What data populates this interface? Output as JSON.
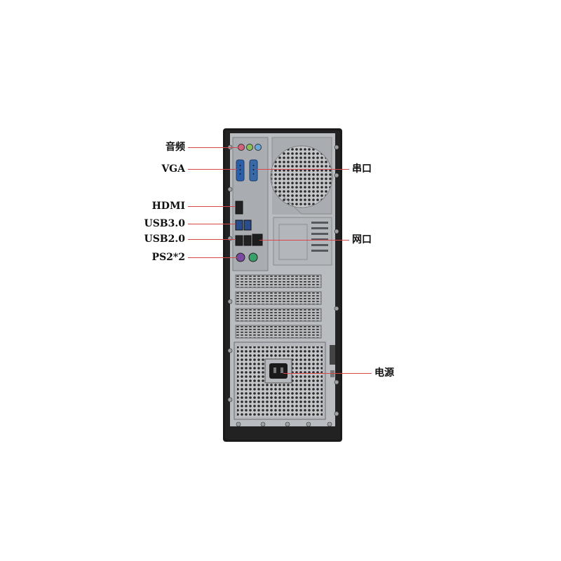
{
  "image": {
    "subject": "desktop PC tower rear panel",
    "colors": {
      "case_body": "#1a1a1a",
      "panel_metal": "#b9bcc0",
      "leader_line": "#d8464a",
      "label_text": "#111111",
      "vga_blue": "#2c5fa8",
      "ps2_purple": "#7a4aa0",
      "ps2_green": "#3aa06a",
      "audio_pink": "#d9607a",
      "audio_green": "#8bbf5a",
      "audio_blue": "#6aa8d8"
    }
  },
  "callouts": {
    "left": [
      {
        "id": "audio",
        "text": "音频"
      },
      {
        "id": "vga",
        "text": "VGA"
      },
      {
        "id": "hdmi",
        "text": "HDMI"
      },
      {
        "id": "usb3",
        "text": "USB3.0"
      },
      {
        "id": "usb2",
        "text": "USB2.0"
      },
      {
        "id": "ps2",
        "text": "PS2*2"
      }
    ],
    "right": [
      {
        "id": "serial",
        "text": "串口"
      },
      {
        "id": "ethernet",
        "text": "网口"
      },
      {
        "id": "power",
        "text": "电源"
      }
    ]
  }
}
